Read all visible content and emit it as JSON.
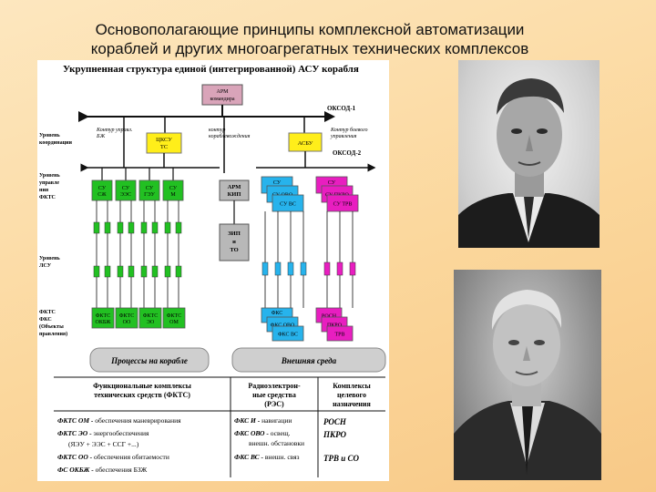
{
  "slide": {
    "title_line1": "Основополагающие принципы комплексной автоматизации",
    "title_line2": "кораблей и других многоагрегатных технических комплексов"
  },
  "diagram": {
    "heading": "Укрупненная структура единой (интегрированной)  АСУ корабля",
    "arm_cmd": [
      "АРМ",
      "командира"
    ],
    "oksod1": "ОКСОД-1",
    "oksod2": "ОКСОД-2",
    "contour_bzh": [
      "Контур управл.",
      "БЖ"
    ],
    "contour_nav": [
      "контур",
      "кораблевождения"
    ],
    "contour_combat": [
      "Контур боевого",
      "управления"
    ],
    "level_coord": [
      "Уровень",
      "координации"
    ],
    "level_ftks": [
      "Уровень",
      "управле",
      "ния",
      "ФКТС"
    ],
    "level_lsu": [
      "Уровень",
      "ЛСУ"
    ],
    "level_fks": [
      "ФКТС",
      "ФКС",
      "(Объекты",
      "правления)"
    ],
    "tsksu": [
      "ЦКСУ",
      "ТС"
    ],
    "asbu": "АСБУ",
    "su_green": [
      [
        "СУ",
        "СЖ"
      ],
      [
        "СУ",
        "ЭЭС"
      ],
      [
        "СУ",
        "ГЭУ"
      ],
      [
        "СУ",
        "М"
      ]
    ],
    "arm_kip": [
      "АРМ",
      "КИП"
    ],
    "zip_to": [
      "ЗИП",
      "и",
      "ТО"
    ],
    "su_blue": [
      [
        "СУ",
        "И"
      ],
      [
        "СУ  ОВО"
      ],
      [
        "СУ  ВС"
      ]
    ],
    "su_pink": [
      [
        "СУ",
        "РОСН"
      ],
      [
        "СУ ПКРО"
      ],
      [
        "СУ ТРВ"
      ]
    ],
    "fkts_green": [
      [
        "ФКТС",
        "ОКБЖ"
      ],
      [
        "ФКТС",
        "ОО"
      ],
      [
        "ФКТС",
        "ЭО"
      ],
      [
        "ФКТС",
        "ОМ"
      ]
    ],
    "fks_blue": [
      [
        "ФКС",
        "И"
      ],
      [
        "ФКС ОВО"
      ],
      [
        "ФКС ВС"
      ]
    ],
    "fks_pink": [
      "РОСН",
      "ПКРО",
      "ТРВ"
    ],
    "processes": "Процессы на корабле",
    "external": "Внешняя среда",
    "col1_head": [
      "Функциональные комплексы",
      "технических средств (ФКТС)"
    ],
    "col2_head": [
      "Радиоэлектрон-",
      "ные средства",
      "(РЭС)"
    ],
    "col3_head": [
      "Комплексы",
      "целевого",
      "назначения"
    ],
    "col1_rows": [
      {
        "b": "ФКТС ОМ -",
        "t": " обеспечения маневрирования"
      },
      {
        "b": "ФКТС ЭО -",
        "t": " энергообеспечения"
      },
      {
        "b": "",
        "t": "(ЯЭУ + ЭЭС + ССГ +...)"
      },
      {
        "b": "ФКТС ОО -",
        "t": " обеспечения обитаемости"
      },
      {
        "b": "ФС ОКБЖ -",
        "t": " обеспечения БЗЖ"
      }
    ],
    "col2_rows": [
      {
        "b": "ФКС И -",
        "t": " навигации"
      },
      {
        "b": "ФКС ОВО -",
        "t": " освещ."
      },
      {
        "b": "",
        "t": "внешн. обстановки"
      },
      {
        "b": "ФКС ВС -",
        "t": " внешн. связ"
      }
    ],
    "col3_rows": [
      "РОСН",
      "ПКРО",
      "ТРВ и СО"
    ]
  },
  "colors": {
    "green": "#22c022",
    "blue": "#27b3ec",
    "pink": "#e81ec0",
    "gray": "#b8b8b8",
    "yellow": "#ffee1a"
  }
}
